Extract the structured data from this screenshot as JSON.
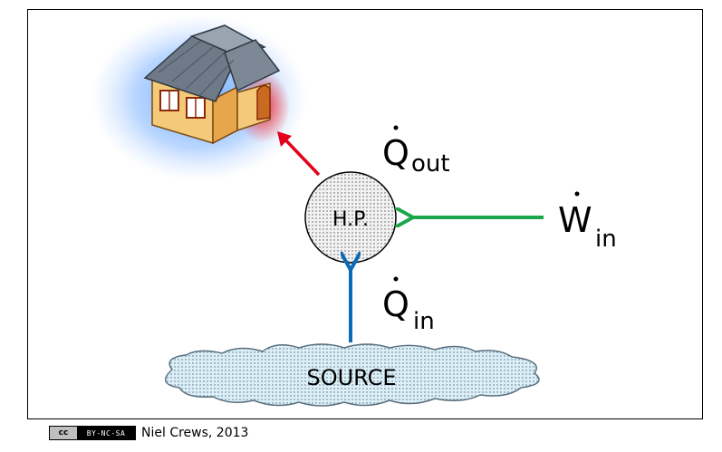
{
  "diagram": {
    "heat_pump_label": "H.P.",
    "source_label": "SOURCE",
    "q_out_symbol": "Q",
    "q_out_subscript": "out",
    "w_in_symbol": "W",
    "w_in_subscript": "in",
    "q_in_symbol": "Q",
    "q_in_subscript": "in"
  },
  "colors": {
    "q_out_arrow": "#e3001b",
    "w_in_arrow": "#1aa64a",
    "q_in_arrow": "#0a6ab8"
  },
  "footer": {
    "license_logo": "cc",
    "license_terms": "BY-NC-SA",
    "credit": "Niel Crews, 2013"
  }
}
